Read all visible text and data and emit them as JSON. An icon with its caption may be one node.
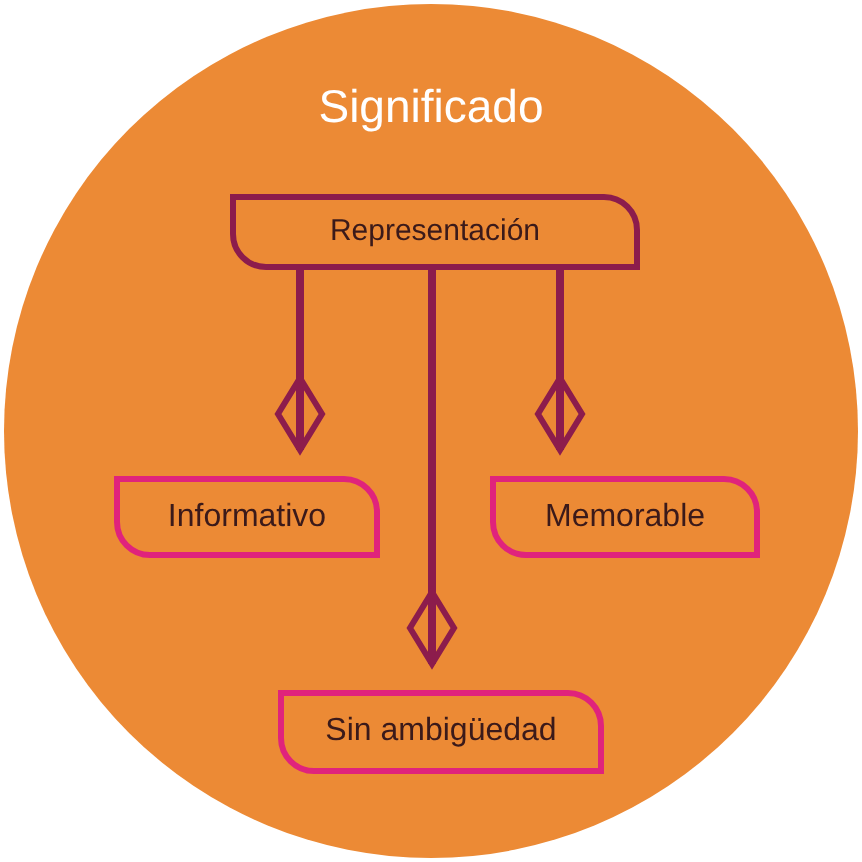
{
  "diagram": {
    "nodes": [
      {
        "text": [
          "Significado"
        ]
      },
      {
        "text": [
          "Representación"
        ],
        "in": 0
      },
      {
        "text": [
          "Informativo"
        ],
        "in": 0
      },
      {
        "text": [
          "Memorable"
        ],
        "in": 0
      },
      {
        "text": [
          "Sin ambigüedad"
        ],
        "in": 0
      }
    ],
    "edges": [
      {
        "from": 1,
        "to": 2,
        "arrow": "other"
      },
      {
        "from": 1,
        "to": 3,
        "arrow": "other"
      },
      {
        "from": 1,
        "to": 4,
        "arrow": "other"
      }
    ]
  }
}
